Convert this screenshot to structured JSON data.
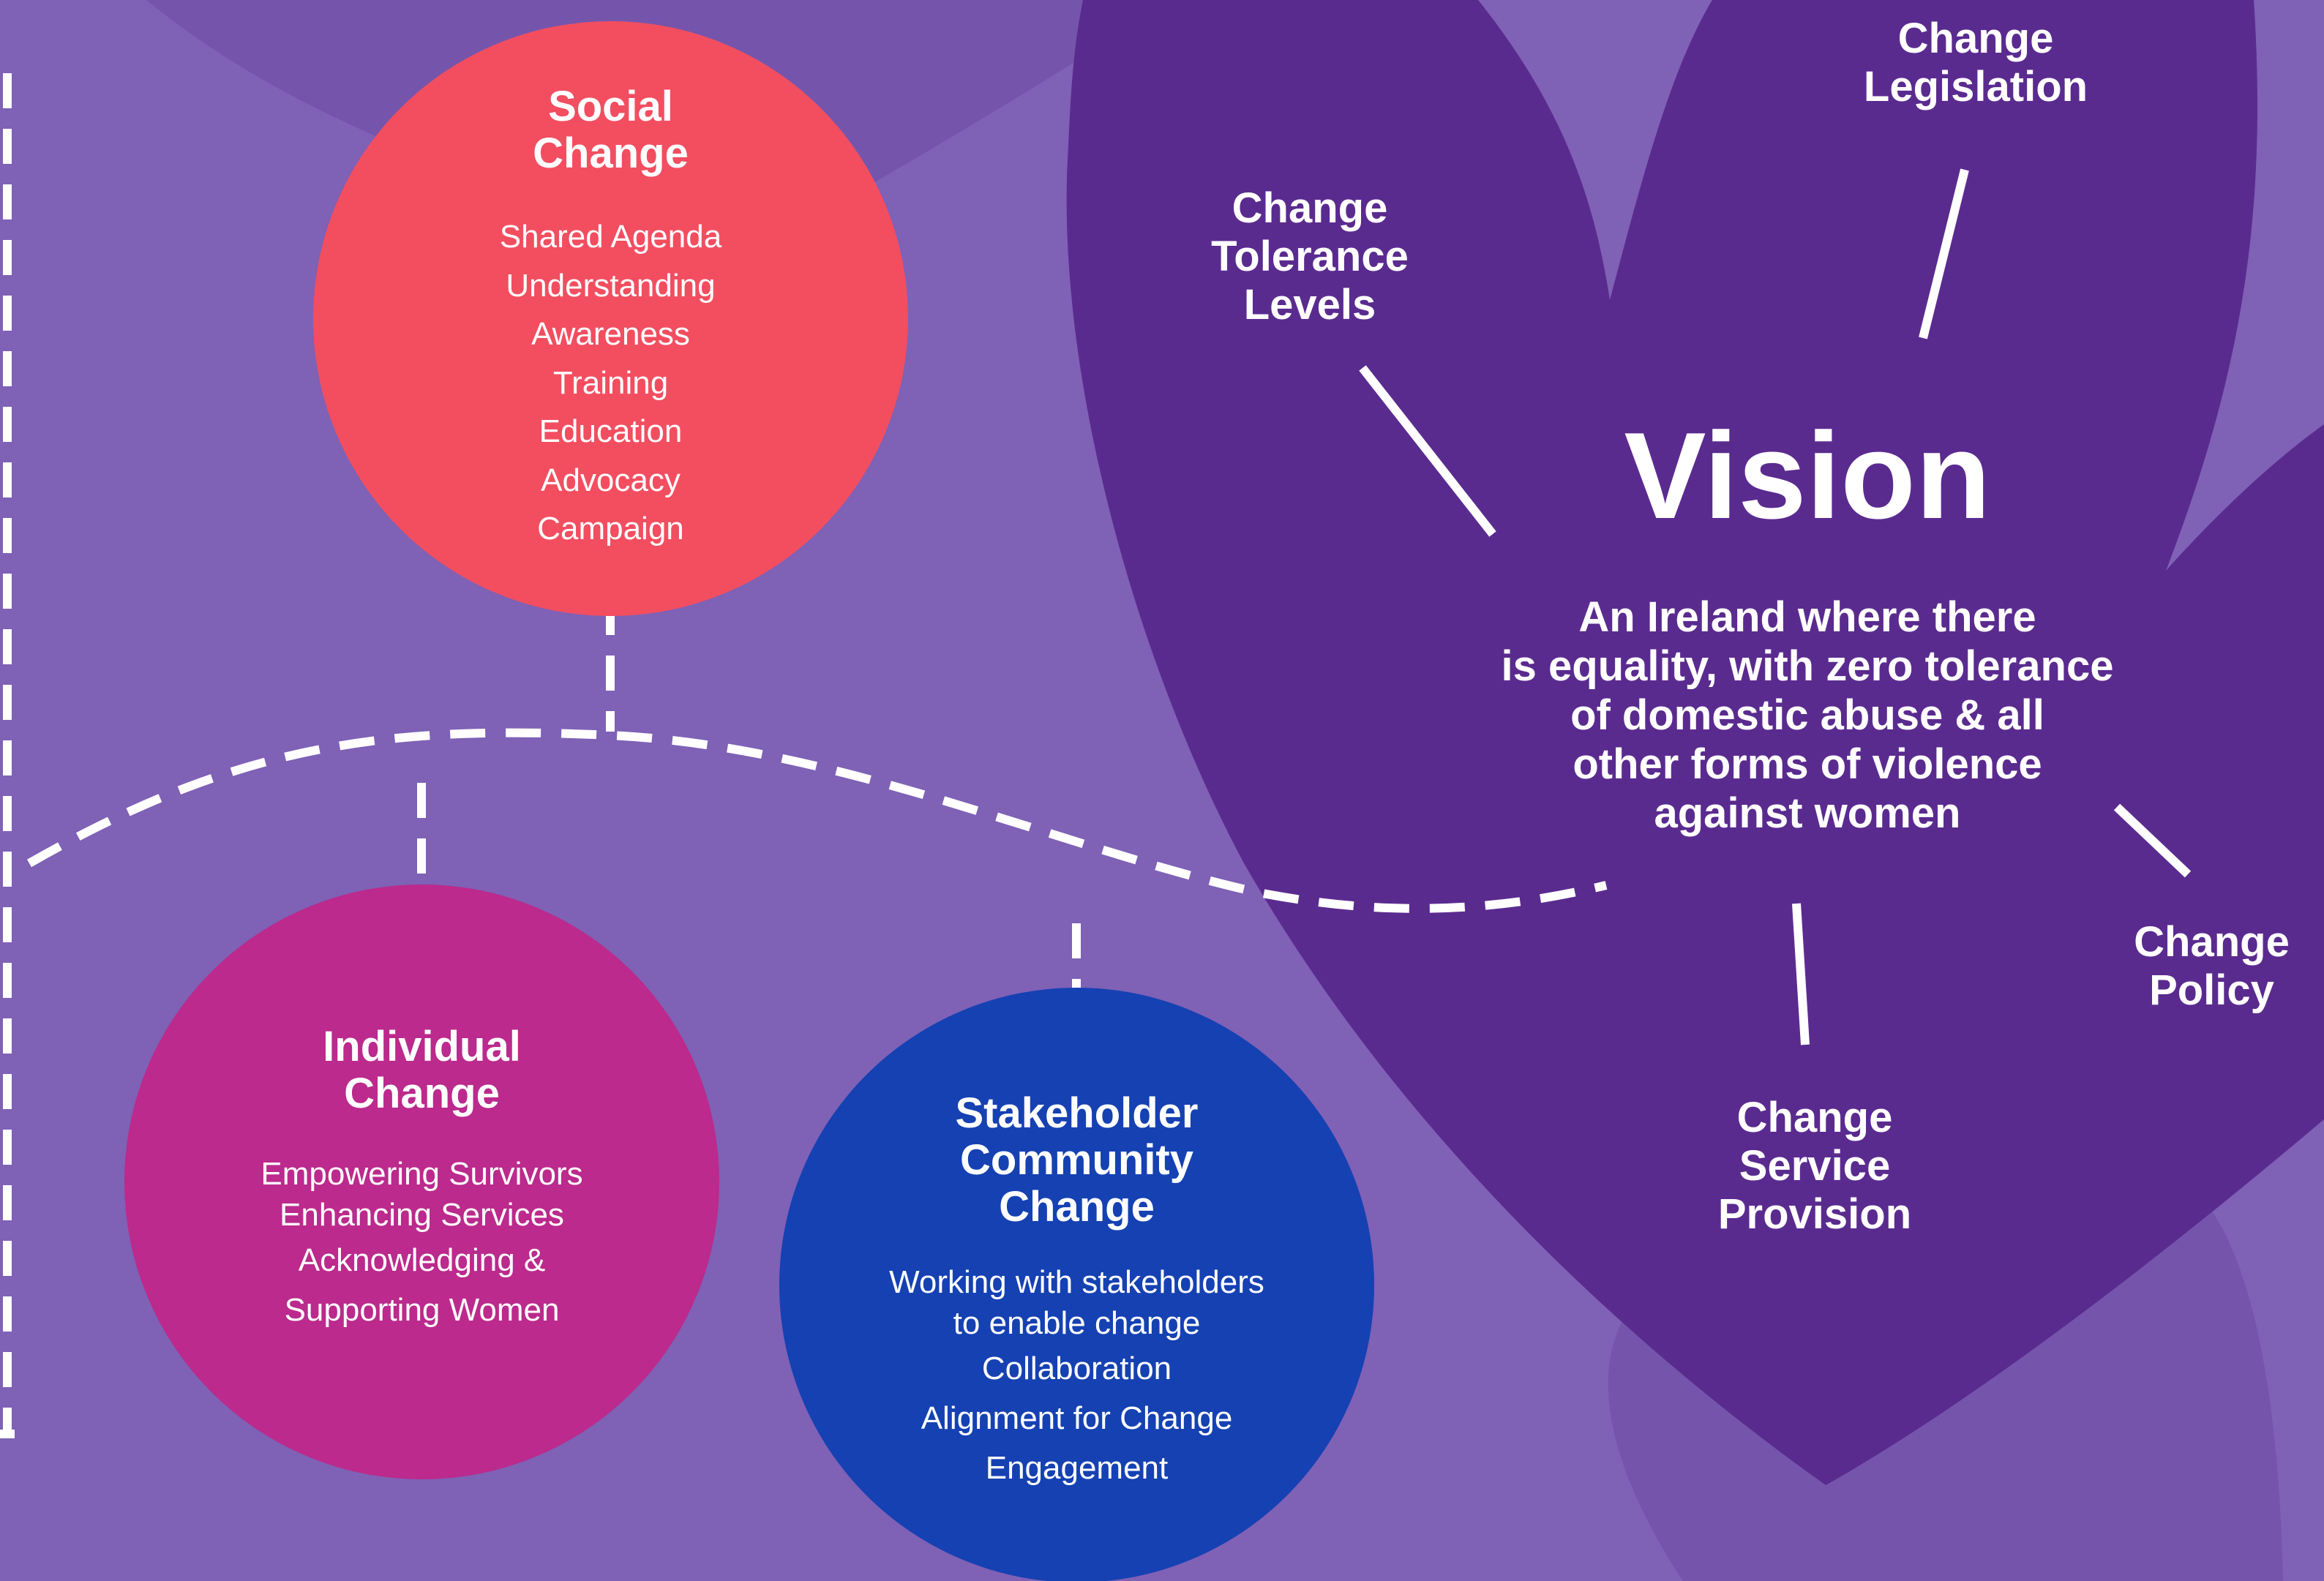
{
  "colors": {
    "background": "#7f61b6",
    "heart": "#5a2b8f",
    "social": "#f24e60",
    "individual": "#bb2a8c",
    "stakeholder": "#1541b2",
    "text": "#ffffff"
  },
  "social": {
    "title": "Social\nChange",
    "items": [
      "Shared Agenda",
      "Understanding",
      "Awareness",
      "Training",
      "Education",
      "Advocacy",
      "Campaign"
    ]
  },
  "individual": {
    "title": "Individual\nChange",
    "items": [
      "Empowering Survivors",
      "Enhancing Services",
      "Acknowledging &",
      "Supporting Women"
    ]
  },
  "stakeholder": {
    "title": "Stakeholder\nCommunity\nChange",
    "items": [
      "Working with stakeholders",
      "to enable change",
      "Collaboration",
      "Alignment for Change",
      "Engagement"
    ]
  },
  "vision": {
    "title": "Vision",
    "statement": "An Ireland where there\nis equality, with zero tolerance\nof domestic abuse & all\nother forms of violence\nagainst women",
    "outcomes": {
      "legislation": "Change\nLegislation",
      "tolerance": "Change\nTolerance\nLevels",
      "policy": "Change\nPolicy",
      "service": "Change\nService\nProvision"
    }
  }
}
